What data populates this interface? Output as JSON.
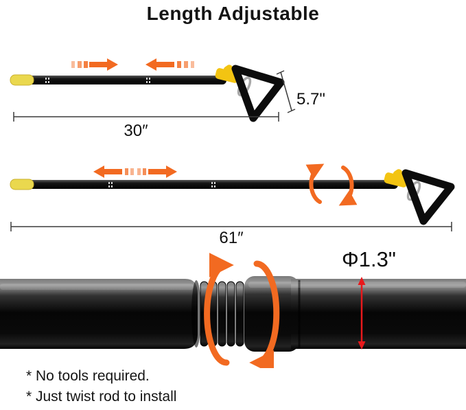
{
  "title": "Length Adjustable",
  "pole_short": {
    "length_label": "30″",
    "handle_label": "5.7\""
  },
  "pole_long": {
    "length_label": "61″"
  },
  "closeup": {
    "diameter_label": "Φ1.3\""
  },
  "notes": {
    "line1": "* No tools required.",
    "line2": "* Just twist rod to install"
  },
  "colors": {
    "arrow_orange": "#F26A21",
    "dimension_red": "#E8191C",
    "pole_black": "#0D0D0D",
    "tip_yellow": "#EAD84E",
    "connector_yellow": "#F3C412",
    "text": "#1A1A1A"
  }
}
